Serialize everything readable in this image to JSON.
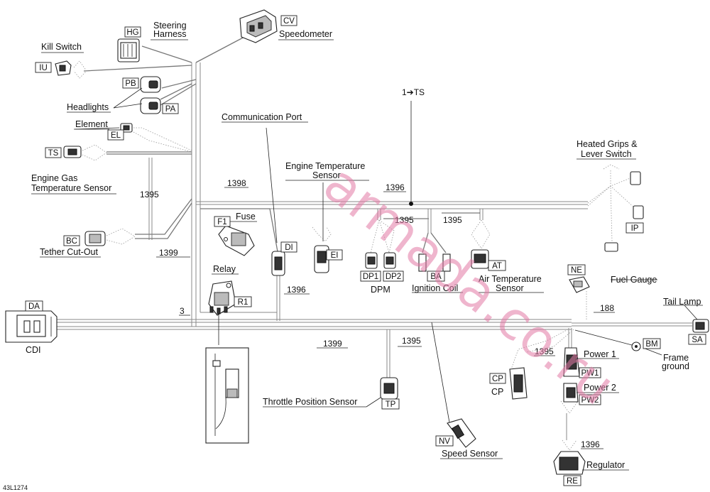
{
  "diagram_id": "43L1274",
  "watermark": "armada.co.ru",
  "components": {
    "steering_harness": {
      "code": "HG",
      "label_l1": "Steering",
      "label_l2": "Harness"
    },
    "speedometer": {
      "code": "CV",
      "label": "Speedometer"
    },
    "kill_switch": {
      "code": "IU",
      "label": "Kill Switch"
    },
    "headlights": {
      "code1": "PB",
      "code2": "PA",
      "label": "Headlights"
    },
    "element": {
      "code": "EL",
      "label": "Element"
    },
    "gas_temp_sensor": {
      "code": "TS",
      "label_l1": "Engine Gas",
      "label_l2": "Temperature Sensor"
    },
    "tether": {
      "code": "BC",
      "label": "Tether Cut-Out"
    },
    "cdi": {
      "code": "DA",
      "label": "CDI"
    },
    "fuse": {
      "code": "F1",
      "label": "Fuse"
    },
    "relay": {
      "code": "R1",
      "label": "Relay"
    },
    "comm_port": {
      "code": "DI",
      "label": "Communication Port"
    },
    "engine_temp": {
      "code": "EI",
      "label_l1": "Engine Temperature",
      "label_l2": "Sensor"
    },
    "dpm": {
      "code1": "DP1",
      "code2": "DP2",
      "label": "DPM"
    },
    "ignition_coil": {
      "code": "BA",
      "label": "Ignition Coil"
    },
    "air_temp": {
      "code": "AT",
      "label_l1": "Air Temperature",
      "label_l2": "Sensor"
    },
    "heated_grips": {
      "code": "IP",
      "label_l1": "Heated Grips &",
      "label_l2": "Lever Switch"
    },
    "fuel_gauge": {
      "code": "NE",
      "label": "Fuel Gauge"
    },
    "tail_lamp": {
      "code": "SA",
      "label": "Tail Lamp"
    },
    "frame_ground": {
      "code": "BM",
      "label_l1": "Frame",
      "label_l2": "ground"
    },
    "power1": {
      "code": "PW1",
      "label": "Power 1"
    },
    "power2": {
      "code": "PW2",
      "label": "Power 2"
    },
    "cp": {
      "code": "CP",
      "label": "CP"
    },
    "throttle": {
      "code": "TP",
      "label": "Throttle Position Sensor"
    },
    "speed_sensor": {
      "code": "NV",
      "label": "Speed Sensor"
    },
    "regulator": {
      "code": "RE",
      "label": "Regulator"
    }
  },
  "wire_refs": {
    "ts_ref": "1➔TS",
    "w1398": "1398",
    "w1396_top": "1396",
    "w1395_left": "1395",
    "w1395_dpm": "1395",
    "w1395_at": "1395",
    "w1399_a": "1399",
    "w1396_mid": "1396",
    "w3": "3",
    "w1399_b": "1399",
    "w1395_tp": "1395",
    "w188": "188",
    "w1395_cp": "1395",
    "w1396_reg": "1396"
  }
}
